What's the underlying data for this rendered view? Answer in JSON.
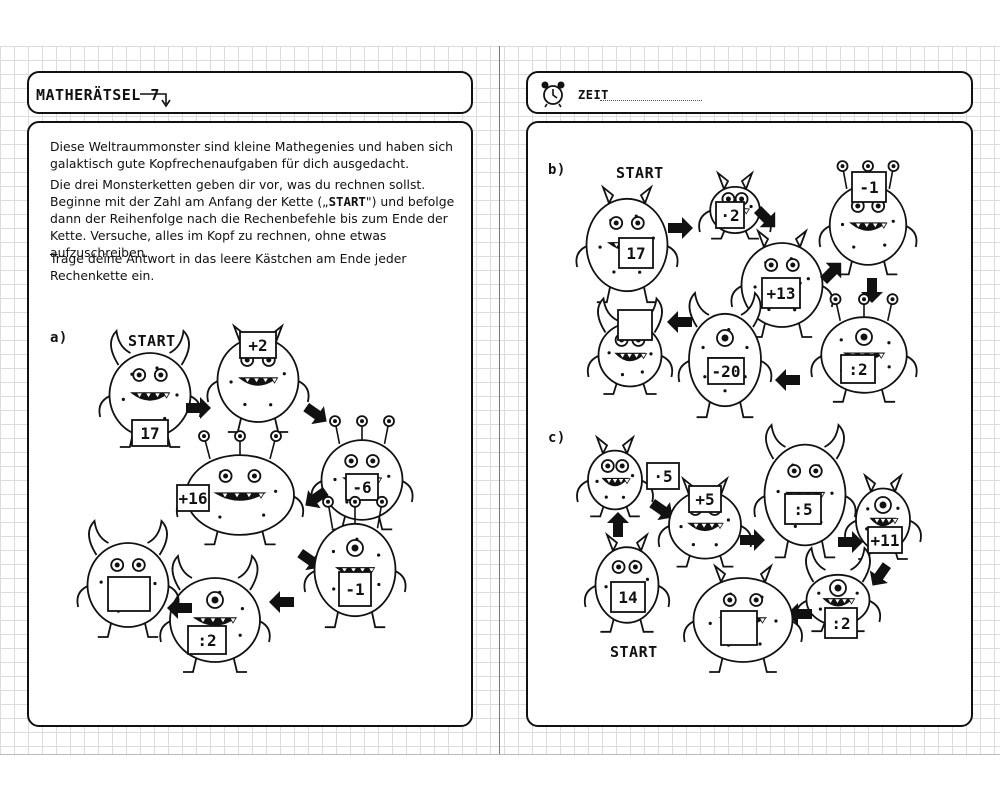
{
  "header": {
    "title": "MATHERÄTSEL 7",
    "time_label": "ZEIT"
  },
  "instructions": {
    "p1": "Diese Weltraummonster sind kleine Mathegenies und haben sich galaktisch gute Kopfrechenaufgaben für dich ausgedacht.",
    "p2_before": "Die drei Monsterketten geben dir vor, was du rechnen sollst. Beginne mit der Zahl am Anfang der Kette („",
    "p2_start": "START",
    "p2_after": "\") und befolge dann der Reihenfolge nach die Rechenbefehle bis zum Ende der Kette. Versuche, alles im Kopf zu rechnen, ohne etwas aufzuschreiben.",
    "p3": "Trage deine Antwort in das leere Kästchen am Ende jeder Rechenkette ein."
  },
  "chains": {
    "a": {
      "label": "a)",
      "start_label": "START",
      "steps": [
        "17",
        "+2",
        "-6",
        "+16",
        "-1",
        ":2",
        ""
      ]
    },
    "b": {
      "label": "b)",
      "start_label": "START",
      "steps": [
        "17",
        "·2",
        "+13",
        "-1",
        ":2",
        "-20",
        ""
      ]
    },
    "c": {
      "label": "c)",
      "start_label": "START",
      "steps": [
        "14",
        "·5",
        "+5",
        ":5",
        "+11",
        ":2",
        ""
      ]
    }
  }
}
